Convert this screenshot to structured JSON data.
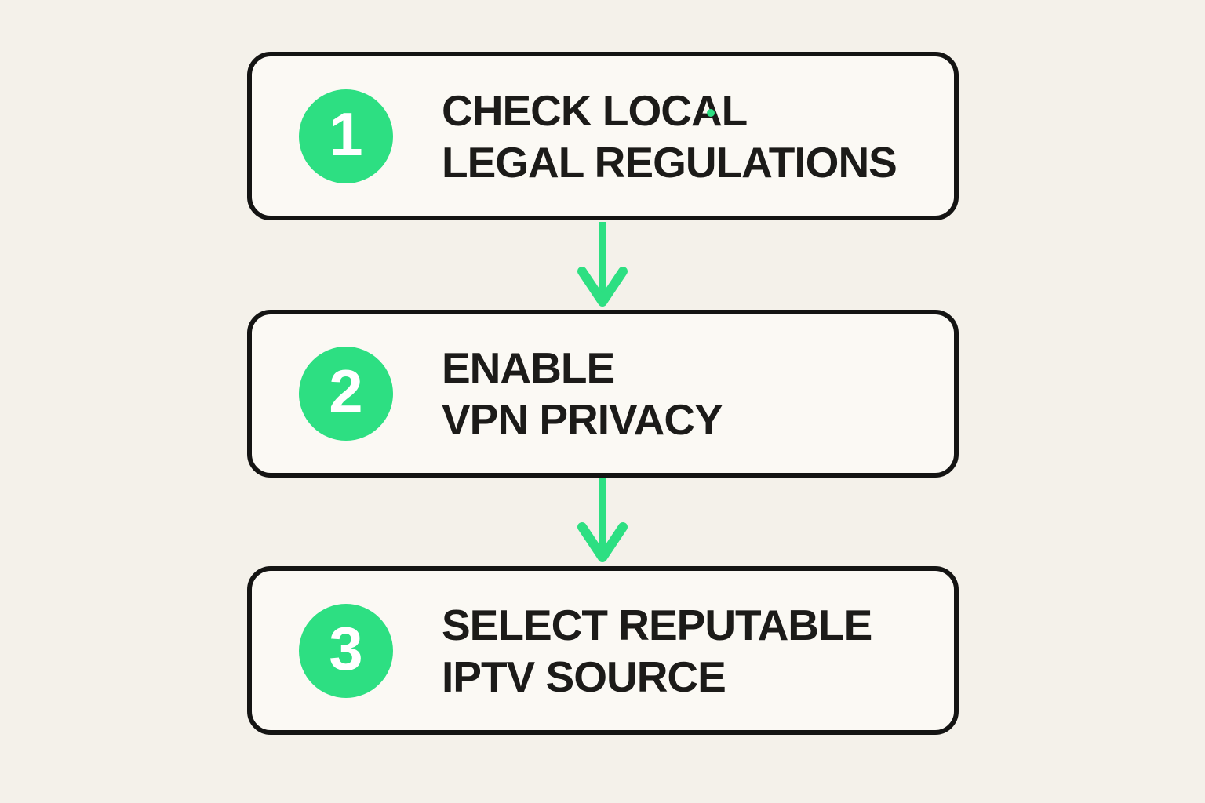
{
  "palette": {
    "background": "#f4f1ea",
    "box_fill": "#fbf9f4",
    "box_border": "#141413",
    "accent_green": "#2ddf82",
    "text_dark": "#1c1b19",
    "badge_number_color": "#ffffff"
  },
  "flowchart": {
    "type": "vertical-step-flow",
    "steps": [
      {
        "number": "1",
        "line1": "CHECK LOCAL",
        "line2": "LEGAL REGULATIONS"
      },
      {
        "number": "2",
        "line1": "ENABLE",
        "line2": "VPN PRIVACY"
      },
      {
        "number": "3",
        "line1": "SELECT REPUTABLE",
        "line2": "IPTV SOURCE"
      }
    ],
    "connectors": [
      {
        "icon": "arrow-down-icon",
        "from_step": "1",
        "to_step": "2"
      },
      {
        "icon": "arrow-down-icon",
        "from_step": "2",
        "to_step": "3"
      }
    ]
  }
}
